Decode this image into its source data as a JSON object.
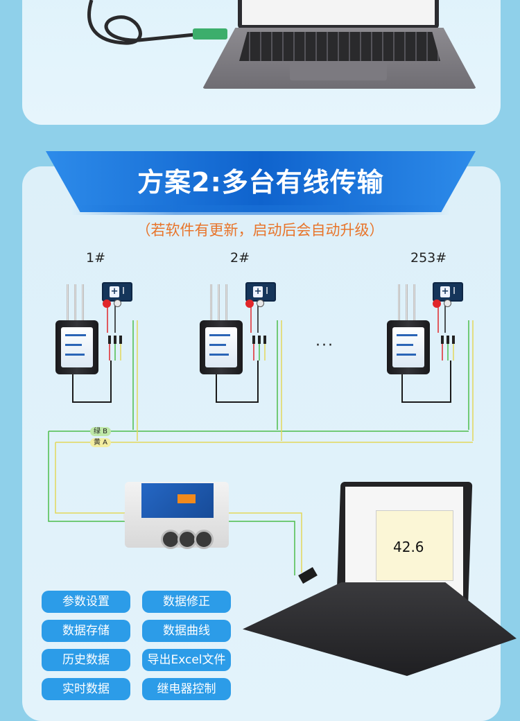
{
  "scheme": {
    "title": "方案2:多台有线传输",
    "subtitle": "（若软件有更新，启动后会自动升级）"
  },
  "nodes": [
    {
      "label": "1#"
    },
    {
      "label": "2#"
    },
    {
      "label": "253#"
    }
  ],
  "ellipsis": "···",
  "bus": {
    "green_tag": "绿 B",
    "yellow_tag": "黄 A",
    "green_color": "#4cbd4a",
    "yellow_color": "#e3d85a"
  },
  "software": {
    "value": "42.6"
  },
  "features": [
    "参数设置",
    "数据修正",
    "数据存储",
    "数据曲线",
    "历史数据",
    "导出Excel文件",
    "实时数据",
    "继电器控制"
  ],
  "colors": {
    "banner": "#1467d4",
    "subtitle": "#e8742a",
    "pill": "#2c9ce8"
  }
}
